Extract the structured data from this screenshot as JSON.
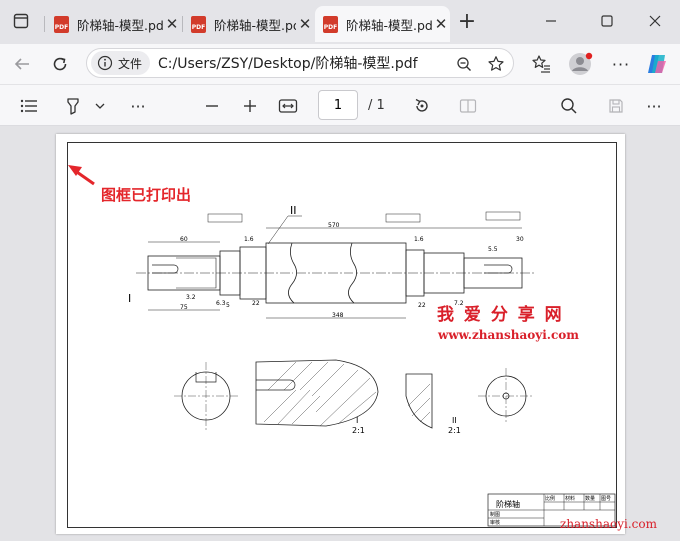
{
  "tabs": [
    {
      "title": "阶梯轴-模型.pdf",
      "close": "✕",
      "active": false
    },
    {
      "title": "阶梯轴-模型.pdf",
      "close": "✕",
      "active": false
    },
    {
      "title": "阶梯轴-模型.pdf",
      "close": "✕",
      "active": true
    }
  ],
  "new_tab_label": "+",
  "address": {
    "scheme_label": "文件",
    "url": "C:/Users/ZSY/Desktop/阶梯轴-模型.pdf"
  },
  "pdf_toolbar": {
    "page_current": "1",
    "page_total": "/ 1"
  },
  "annotation": {
    "text": "图框已打印出",
    "color": "#e4262b"
  },
  "watermark": {
    "cn": "我 爱 分 享 网",
    "url": "www.zhanshaoyi.com",
    "bottom": "zhanshaoyi.com",
    "color": "#d9202a"
  },
  "drawing": {
    "section_labels": [
      "I",
      "II",
      "I",
      "2:1",
      "II",
      "2:1"
    ],
    "title_block": {
      "part_name": "阶梯轴",
      "col1": "比例",
      "col2": "材料",
      "col3": "数量",
      "col4": "图号",
      "row1": "制图",
      "row2": "审核"
    },
    "dims": [
      "570",
      "348",
      "75",
      "60",
      "1.6",
      "1.6",
      "30",
      "5.5",
      "22",
      "5",
      "6.3",
      "3.2",
      "22",
      "7.2"
    ]
  },
  "colors": {
    "accent": "#0067c0",
    "pdf_icon": "#d23b2b"
  }
}
